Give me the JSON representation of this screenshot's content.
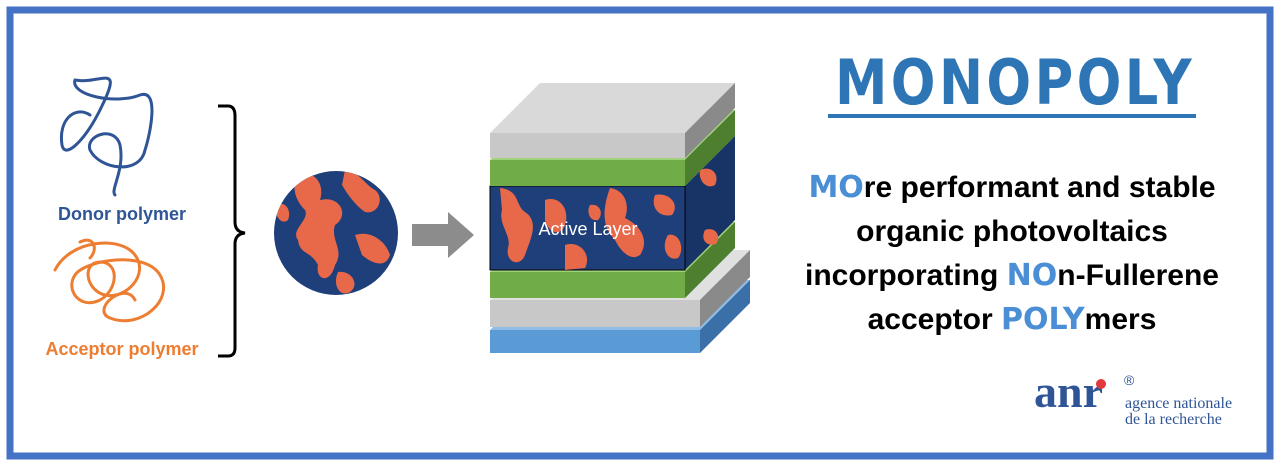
{
  "title": "MONOPOLY",
  "labels": {
    "donor": "Donor polymer",
    "acceptor": "Acceptor polymer",
    "active_layer": "Active Layer"
  },
  "tagline": {
    "line1": {
      "hl": "MO",
      "rest": "re performant and stable"
    },
    "line2": {
      "text": "organic photovoltaics"
    },
    "line3": {
      "pre": "incorporating ",
      "hl": "NO",
      "rest": "n-Fullerene"
    },
    "line4": {
      "pre": "acceptor ",
      "hl": "POLY",
      "rest": "mers"
    }
  },
  "logo": {
    "mark": "anr",
    "registered": "®",
    "line1": "agence nationale",
    "line2": "de la recherche"
  },
  "colors": {
    "border": "#4472c4",
    "donor": "#2f5597",
    "acceptor": "#ed7d31",
    "title": "#2e75b6",
    "highlight": "#4a8ed6",
    "domain_blue": "#1f3f7a",
    "domain_orange": "#e8694a",
    "electrode_gray": "#c8c8c8",
    "transport_green": "#70ad47",
    "substrate_blue": "#5b9bd5",
    "logo_red": "#e03a3e"
  }
}
